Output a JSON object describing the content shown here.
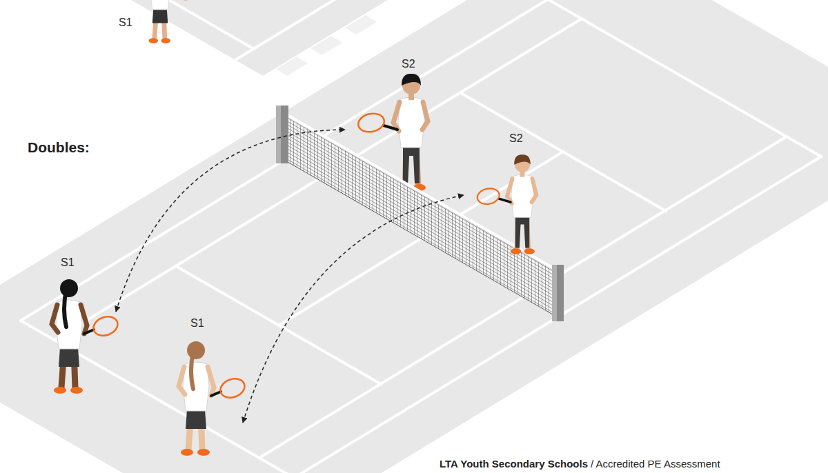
{
  "diagram": {
    "title": "Doubles:",
    "labels": [
      "S1",
      "S2",
      "S2",
      "S1",
      "S1",
      "LTA Youth Secondary Schools",
      "/ Accredited PE Assessment"
    ]
  }
}
